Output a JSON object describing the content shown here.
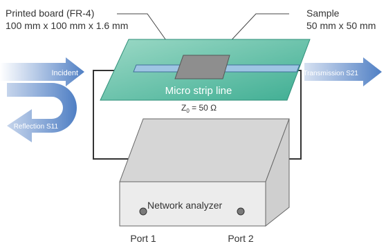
{
  "labels": {
    "board_line1": "Printed board (FR-4)",
    "board_line2": "100 mm x 100 mm x 1.6 mm",
    "sample_line1": "Sample",
    "sample_line2": "50 mm x 50 mm",
    "incident": "Incident",
    "reflection": "Reflection S11",
    "transmission": "Transmission S21",
    "micro_strip": "Micro strip line",
    "impedance_z": "Z",
    "impedance_sub": "0",
    "impedance_rest": " = 50 Ω",
    "network_analyzer": "Network analyzer",
    "port1": "Port 1",
    "port2": "Port 2"
  },
  "colors": {
    "board_fill": "#5cbfa8",
    "strip_fill": "#9ec5e3",
    "sample_fill": "#8e8e8e",
    "box_top": "#d6d6d6",
    "box_front": "#e9e9e9",
    "box_side": "#cfcfcf",
    "arrow_blue": "#5b86c8",
    "wire": "#333333"
  }
}
